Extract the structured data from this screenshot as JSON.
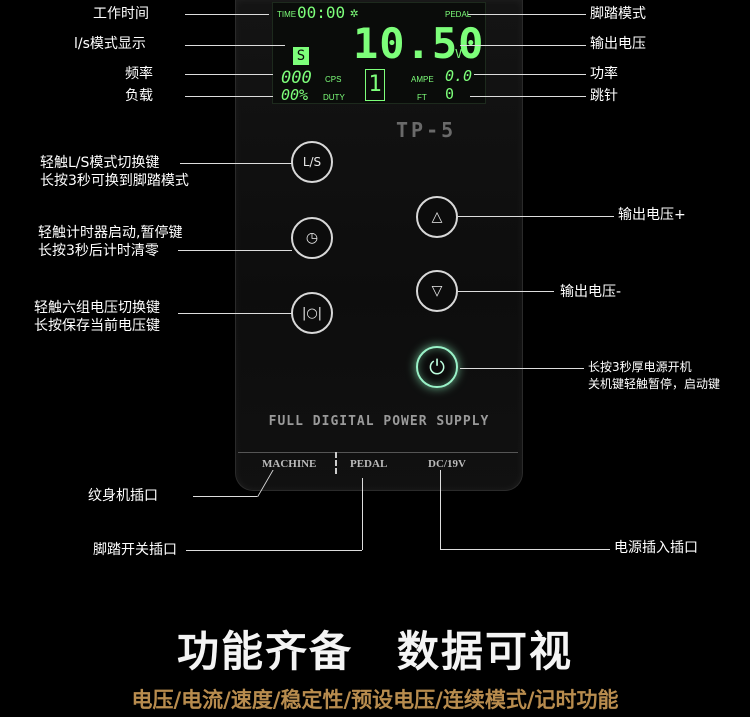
{
  "left_labels": {
    "work_time": "工作时间",
    "ls_mode": "l/s模式显示",
    "frequency": "频率",
    "load": "负载",
    "ls_button_line1": "轻触L/S模式切换键",
    "ls_button_line2": "长按3秒可换到脚踏模式",
    "timer_button_line1": "轻触计时器启动,暂停键",
    "timer_button_line2": "长按3秒后计时清零",
    "voltage_button_line1": "轻触六组电压切换键",
    "voltage_button_line2": "长按保存当前电压键",
    "tattoo_port": "纹身机插口",
    "pedal_port": "脚踏开关插口"
  },
  "right_labels": {
    "pedal_mode": "脚踏模式",
    "output_voltage": "输出电压",
    "power": "功率",
    "jump": "跳针",
    "voltage_up": "输出电压+",
    "voltage_down": "输出电压-",
    "power_line1": "长按3秒厚电源开机",
    "power_line2": "关机键轻触暂停，启动键",
    "power_port": "电源插入插口"
  },
  "lcd": {
    "time_label": "TIME",
    "time_value": "00:00",
    "pedal_label": "PEDAL",
    "mode_letter": "S",
    "voltage": "10.50",
    "voltage_unit": "V",
    "freq_value": "000",
    "freq_unit": "CPS",
    "mid_digit": "1",
    "ampe_label": "AMPE",
    "ampe_value": "0.0",
    "duty_value": "00%",
    "duty_unit": "DUTY",
    "ft_label": "FT",
    "ft_value": "0"
  },
  "device": {
    "model": "TP-5",
    "tagline": "FULL DIGITAL POWER SUPPLY",
    "port_machine": "MACHINE",
    "port_pedal": "PEDAL",
    "port_dc": "DC/19V",
    "ls_button_text": "L/S"
  },
  "footer": {
    "heading": "功能齐备　数据可视",
    "features": "电压/电流/速度/稳定性/预设电压/连续模式/记时功能"
  },
  "colors": {
    "lcd_green": "#7dff7a",
    "power_glow": "#9af2c8",
    "feature_text": "#b88c4e"
  }
}
